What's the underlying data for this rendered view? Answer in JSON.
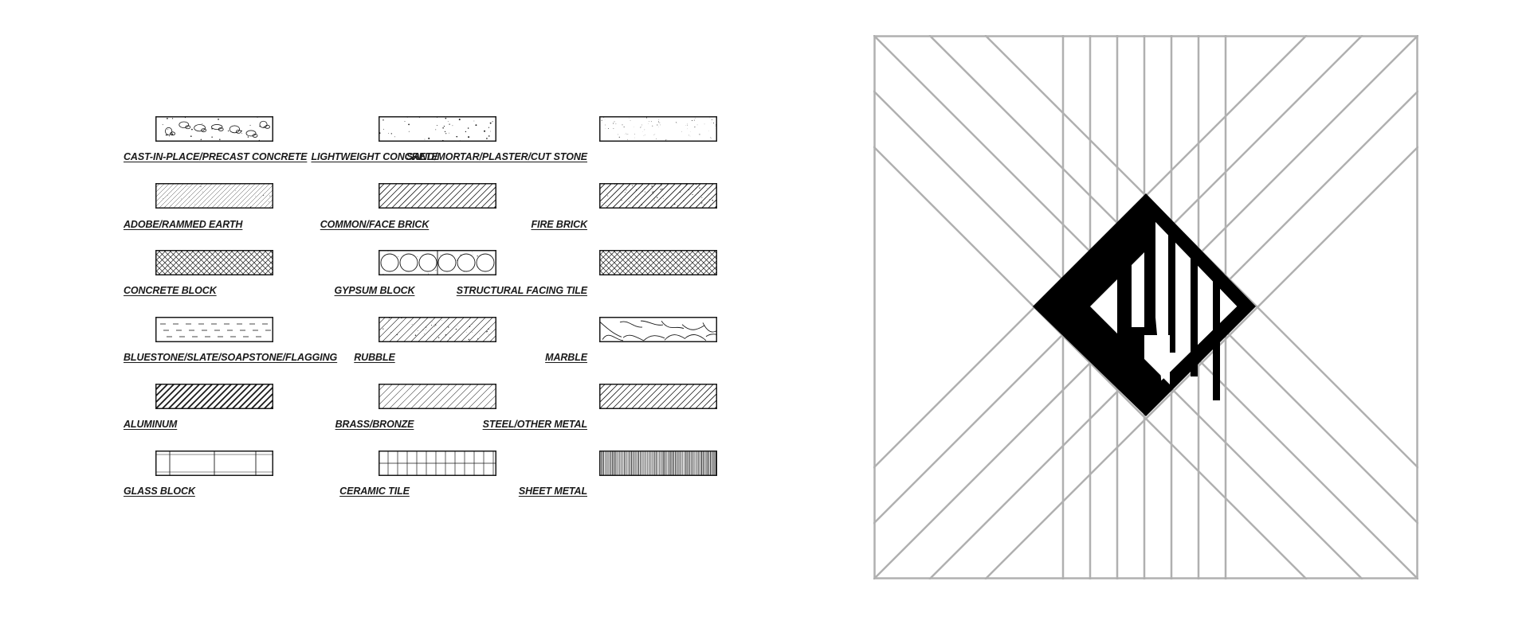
{
  "legend": {
    "materials": [
      {
        "label": "CAST-IN-PLACE/PRECAST CONCRETE",
        "pattern": "concrete"
      },
      {
        "label": "LIGHTWEIGHT CONCRETE",
        "pattern": "stipple"
      },
      {
        "label": "SAND/MORTAR/PLASTER/CUT STONE",
        "pattern": "fine-stipple"
      },
      {
        "label": "ADOBE/RAMMED EARTH",
        "pattern": "diag-fine"
      },
      {
        "label": "COMMON/FACE BRICK",
        "pattern": "diag"
      },
      {
        "label": "FIRE BRICK",
        "pattern": "diag-dotted"
      },
      {
        "label": "CONCRETE BLOCK",
        "pattern": "crosshatch"
      },
      {
        "label": "GYPSUM BLOCK",
        "pattern": "circles"
      },
      {
        "label": "STRUCTURAL FACING TILE",
        "pattern": "crosshatch"
      },
      {
        "label": "BLUESTONE/SLATE/SOAPSTONE/FLAGGING",
        "pattern": "dashes"
      },
      {
        "label": "RUBBLE",
        "pattern": "diag-stipple"
      },
      {
        "label": "MARBLE",
        "pattern": "marble"
      },
      {
        "label": "ALUMINUM",
        "pattern": "diag-heavy"
      },
      {
        "label": "BRASS/BRONZE",
        "pattern": "diag-light"
      },
      {
        "label": "STEEL/OTHER METAL",
        "pattern": "diag"
      },
      {
        "label": "GLASS BLOCK",
        "pattern": "glass-block"
      },
      {
        "label": "CERAMIC TILE",
        "pattern": "grid"
      },
      {
        "label": "SHEET METAL",
        "pattern": "vertical-dense"
      }
    ]
  },
  "colors": {
    "ink": "#1a1a1a",
    "grid_line": "#b0b0b0",
    "logo_fill": "#000000",
    "background": "#ffffff"
  }
}
